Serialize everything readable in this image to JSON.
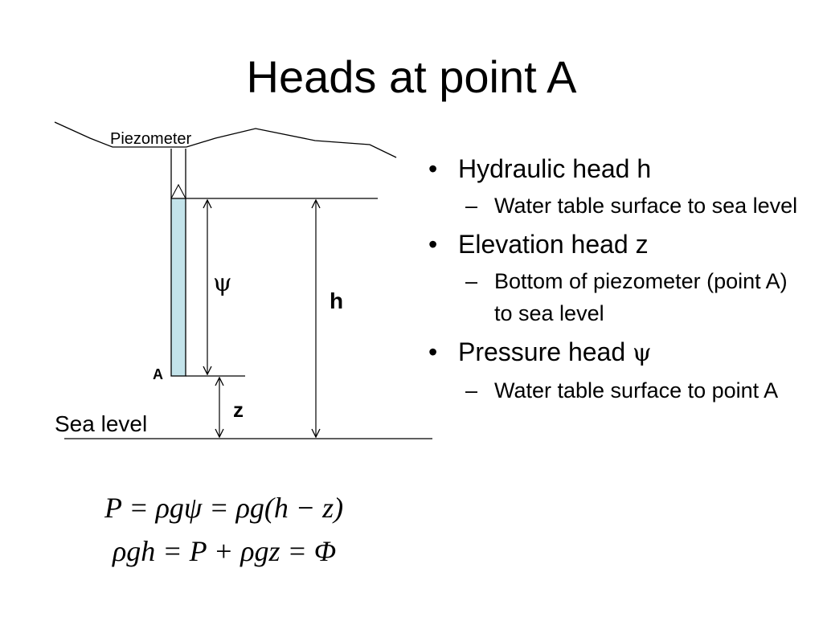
{
  "title": "Heads at point A",
  "diagram": {
    "piezometer_label": "Piezometer",
    "point_label": "A",
    "sea_level_label": "Sea level",
    "psi_symbol": "ψ",
    "h_symbol": "h",
    "z_symbol": "z",
    "water_color": "#c3e3ea",
    "line_color": "#000000"
  },
  "bullets": [
    {
      "text": "Hydraulic head h",
      "sub": "Water table surface to sea level"
    },
    {
      "text": "Elevation head z",
      "sub": "Bottom of piezometer (point A) to sea level"
    },
    {
      "text": "Pressure head ",
      "symbol": "ψ",
      "sub": "Water table surface to point A"
    }
  ],
  "equations": [
    "P = ρgψ = ρg(h − z)",
    "ρgh = P + ρgz = Φ"
  ]
}
